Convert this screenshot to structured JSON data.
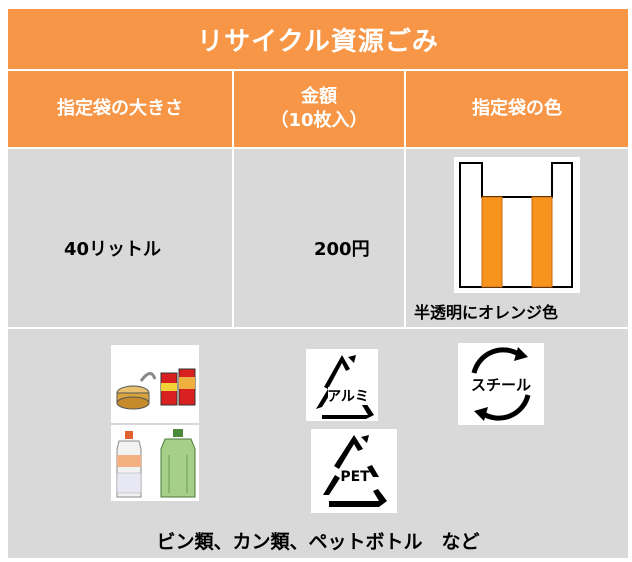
{
  "title": "リサイクル資源ごみ",
  "headers": {
    "bag_size": "指定袋の大きさ",
    "price_line1": "金額",
    "price_line2": "（10枚入）",
    "bag_color": "指定袋の色"
  },
  "row": {
    "bag_size": "40リットル",
    "price": "200円",
    "bag_color_caption": "半透明にオレンジ色"
  },
  "marks": {
    "alumi": "アルミ",
    "steel": "スチール",
    "pet": "PET"
  },
  "examples_text": "ビン類、カン類、ペットボトル　など",
  "colors": {
    "header_orange": "#F79646",
    "cell_grey": "#D9D9D9",
    "bag_stripe": "#F7941D"
  }
}
